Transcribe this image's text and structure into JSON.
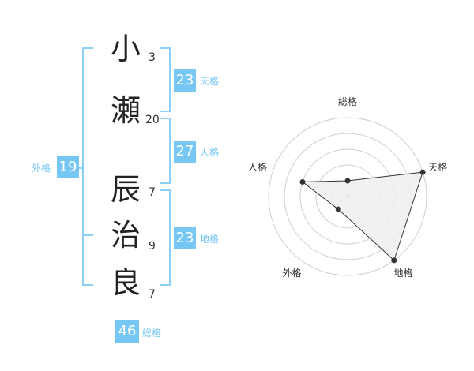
{
  "name": {
    "chars": [
      {
        "char": "小",
        "strokes": "3"
      },
      {
        "char": "瀬",
        "strokes": "20"
      },
      {
        "char": "辰",
        "strokes": "7"
      },
      {
        "char": "治",
        "strokes": "9"
      },
      {
        "char": "良",
        "strokes": "7"
      }
    ]
  },
  "fortune": {
    "tenkaku": {
      "value": "23",
      "label": "天格"
    },
    "jinkaku": {
      "value": "27",
      "label": "人格"
    },
    "chikaku": {
      "value": "23",
      "label": "地格"
    },
    "gaikaku": {
      "value": "19",
      "label": "外格"
    },
    "soukaku": {
      "value": "46",
      "label": "総格"
    }
  },
  "colors": {
    "accent": "#76c7f3",
    "bracket": "#8ecff5",
    "grid": "#cfcfcf",
    "fill": "#eeeeee",
    "point": "#333333"
  },
  "chart_data": {
    "type": "radar",
    "axes": [
      "総格",
      "天格",
      "地格",
      "外格",
      "人格"
    ],
    "values": [
      1,
      5,
      5,
      1,
      3
    ],
    "max": 5,
    "rings": 5
  }
}
